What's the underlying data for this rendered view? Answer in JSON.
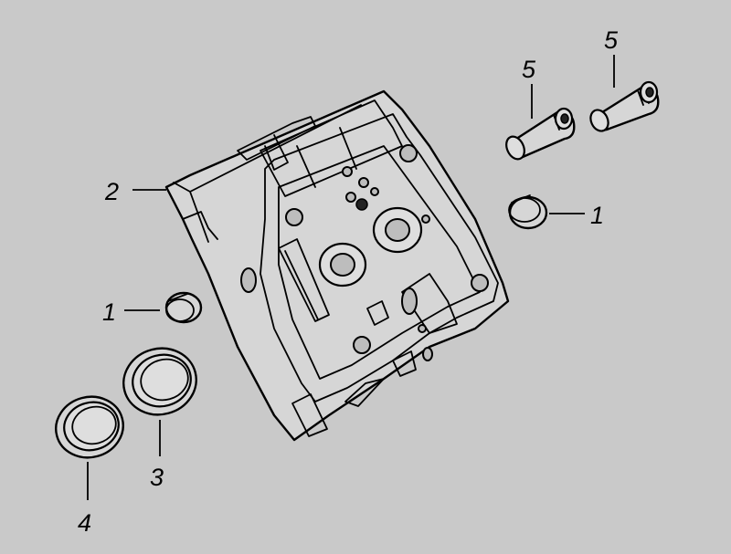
{
  "callouts": {
    "c1_right": "1",
    "c1_left": "1",
    "c2": "2",
    "c3": "3",
    "c4": "4",
    "c5_left": "5",
    "c5_right": "5"
  },
  "colors": {
    "background": "#c9c9c9",
    "line": "#000000"
  }
}
